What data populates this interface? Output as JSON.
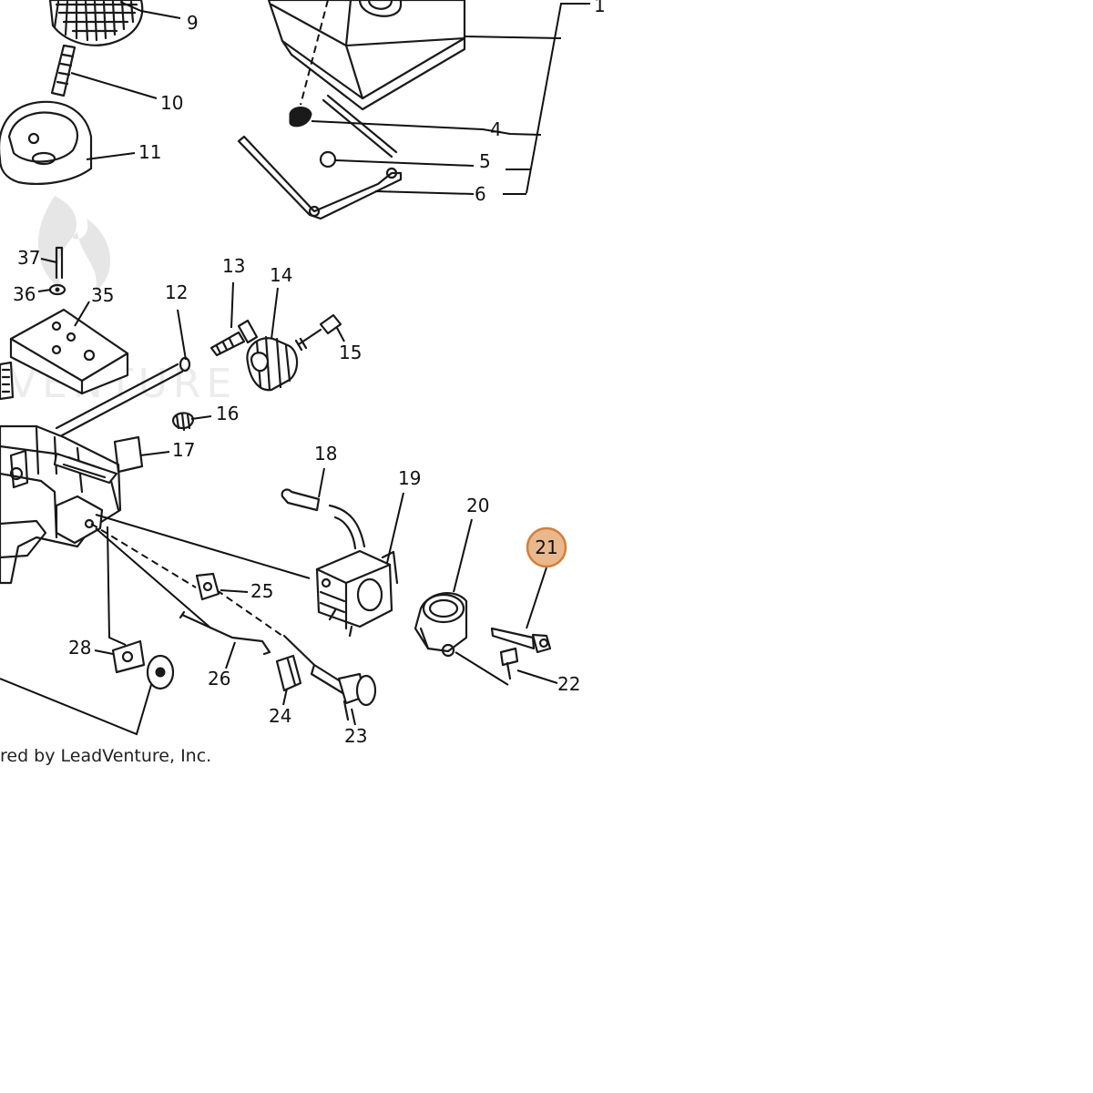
{
  "diagram": {
    "copyright": "red by LeadVenture, Inc.",
    "watermark": "VENTURE",
    "highlight_color": "#e9b88c",
    "highlighted_part": "21",
    "labels": {
      "p1": "1",
      "p4": "4",
      "p5": "5",
      "p6": "6",
      "p9": "9",
      "p10": "10",
      "p11": "11",
      "p12": "12",
      "p13": "13",
      "p14": "14",
      "p15": "15",
      "p16": "16",
      "p17": "17",
      "p18": "18",
      "p19": "19",
      "p20": "20",
      "p21": "21",
      "p22": "22",
      "p23": "23",
      "p24": "24",
      "p25": "25",
      "p26": "26",
      "p28": "28",
      "p35": "35",
      "p36": "36",
      "p37": "37"
    }
  }
}
